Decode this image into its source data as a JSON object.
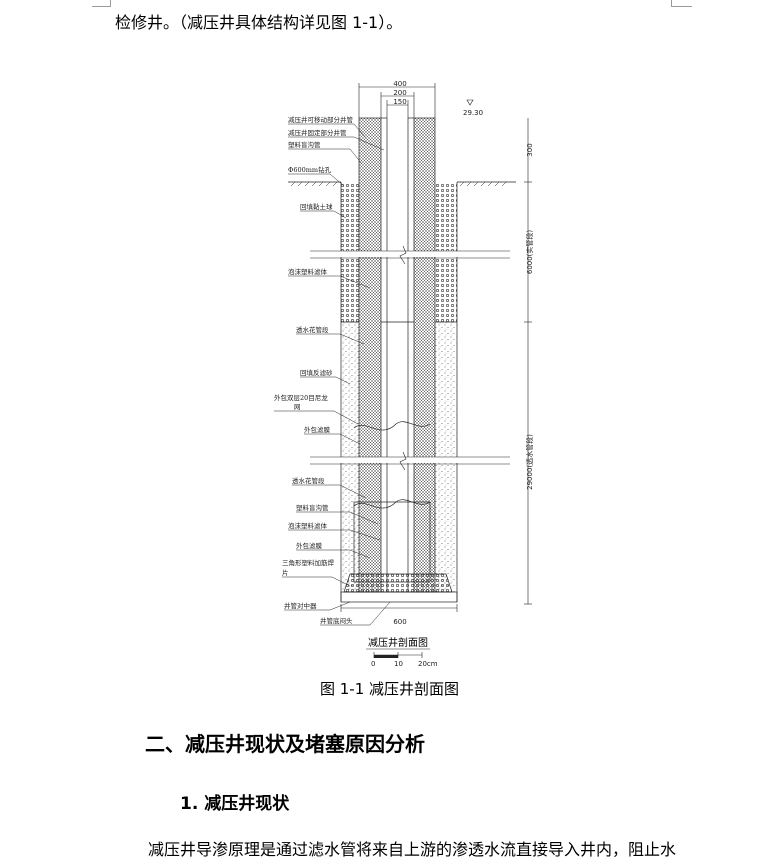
{
  "top_text": "检修井。（减压井具体结构详见图 1-1）。",
  "figure": {
    "caption": "图 1-1  减压井剖面图",
    "title": "减压井剖面图",
    "scale_labels": [
      "0",
      "10",
      "20cm"
    ],
    "dims": {
      "top1": "400",
      "top2": "200",
      "top3": "150",
      "elev": "29.30",
      "d300": "300",
      "d6000": "6000(实管段)",
      "d29000": "29000(透水管段)",
      "bottom": "600"
    },
    "labels": [
      "减压井可移动部分井管",
      "减压井固定部分井管",
      "塑料盲沟管",
      "Φ600mm钻孔",
      "回填黏土球",
      "泡沫塑料滤体",
      "透水花管段",
      "回填反滤砂",
      "外包双层20目尼龙",
      "网",
      "外包滤膜",
      "透水花管段",
      "塑料盲沟管",
      "泡沫塑料滤体",
      "外包滤膜",
      "三角形塑料加筋焊",
      "片",
      "井管对中器",
      "井管底闷头"
    ]
  },
  "heading2": "二、减压井现状及堵塞原因分析",
  "heading3": "1. 减压井现状",
  "bottom_text": "减压井导渗原理是通过滤水管将来自上游的渗透水流直接导入井内，阻止水"
}
